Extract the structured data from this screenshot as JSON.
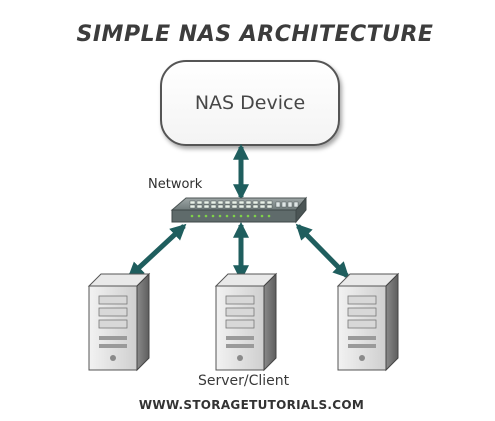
{
  "diagram": {
    "title": "SIMPLE NAS ARCHITECTURE",
    "nas_device_label": "NAS Device",
    "network_label": "Network",
    "server_client_label": "Server/Client",
    "website": "WWW.STORAGETUTORIALS.COM"
  },
  "icons": {
    "switch": "network-switch-icon",
    "server": "server-tower-icon",
    "arrow": "double-headed-arrow"
  },
  "colors": {
    "arrow": "#1f5e5e",
    "text": "#333333",
    "switch_leds": "#7fd24a"
  }
}
